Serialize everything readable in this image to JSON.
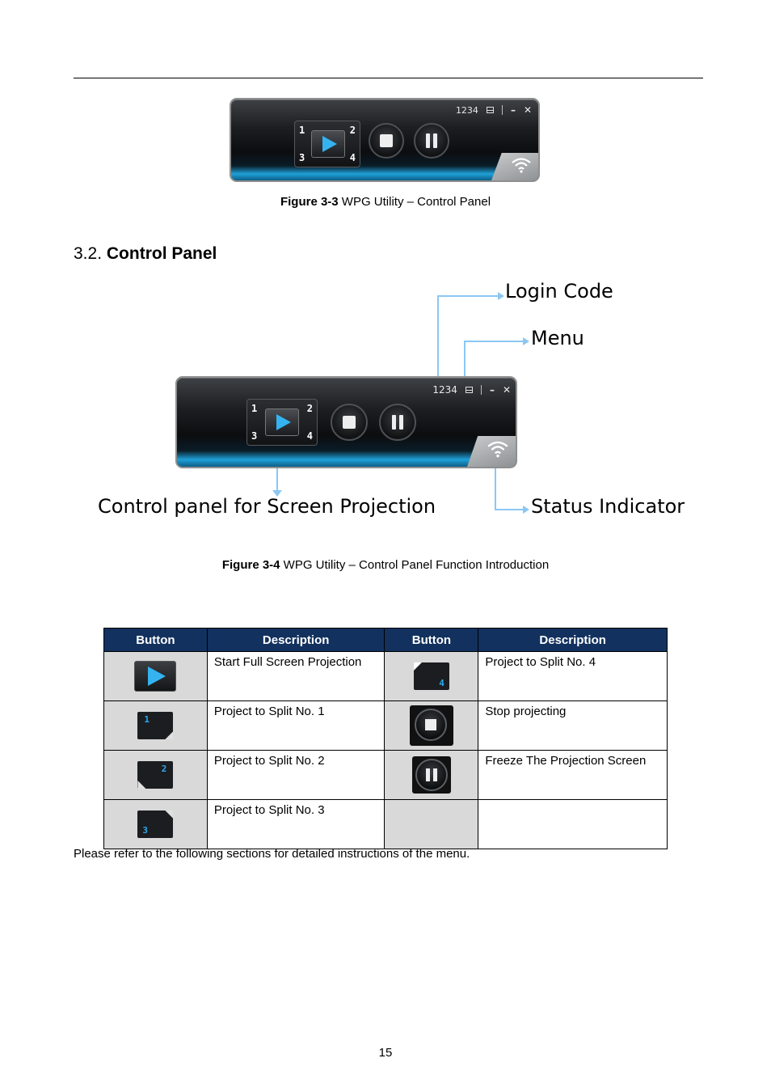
{
  "figure1": {
    "login_code": "1234",
    "minimize": "–",
    "close": "✕",
    "split_labels": [
      "1",
      "2",
      "3",
      "4"
    ],
    "caption_bold": "Figure 3-3",
    "caption_text": " WPG Utility – Control Panel"
  },
  "section": {
    "number": "3.2.",
    "title": "Control Panel"
  },
  "figure2": {
    "login_code": "1234",
    "minimize": "–",
    "close": "✕",
    "split_labels": [
      "1",
      "2",
      "3",
      "4"
    ],
    "callouts": {
      "login_code": "Login Code",
      "menu": "Menu",
      "projection": "Control panel for Screen Projection",
      "status": "Status Indicator"
    },
    "caption_bold": "Figure 3-4",
    "caption_text": " WPG Utility – Control Panel Function Introduction"
  },
  "table": {
    "headers": [
      "Button",
      "Description",
      "Button",
      "Description"
    ],
    "rows": [
      {
        "left_desc": "Start Full Screen Projection",
        "right_desc": "Project to Split No. 4",
        "right_num": "4"
      },
      {
        "left_desc": "Project to Split No. 1",
        "left_num": "1",
        "right_desc": "Stop projecting"
      },
      {
        "left_desc": "Project to Split No. 2",
        "left_num": "2",
        "right_desc": "Freeze The Projection Screen"
      },
      {
        "left_desc": "Project to Split No. 3",
        "left_num": "3",
        "right_desc": ""
      }
    ]
  },
  "footer_text": "Please refer to the following sections for detailed instructions of the menu.",
  "page_number": "15",
  "colors": {
    "table_header": "#12315e",
    "accent_blue": "#34b3f0",
    "callout_line": "#8cc7f3"
  }
}
